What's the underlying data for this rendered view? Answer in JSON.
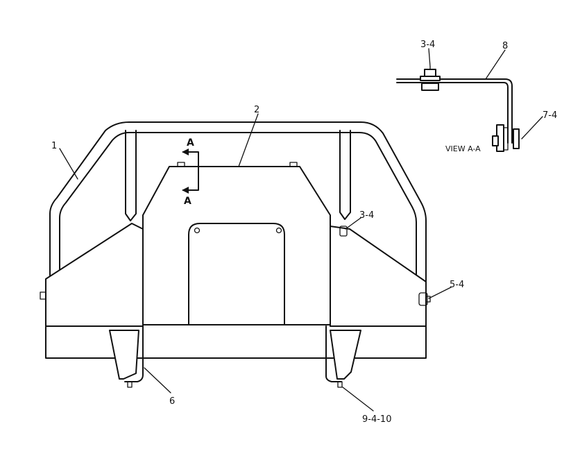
{
  "callouts": {
    "c1": "1",
    "c2": "2",
    "c3_top": "3-4",
    "c3_right": "3-4",
    "c5": "5-4",
    "c6": "6",
    "c7": "7-4",
    "c8": "8",
    "c9": "9-4-10"
  },
  "section_marks": {
    "top": "A",
    "bottom": "A"
  },
  "view_label": "VIEW A-A"
}
